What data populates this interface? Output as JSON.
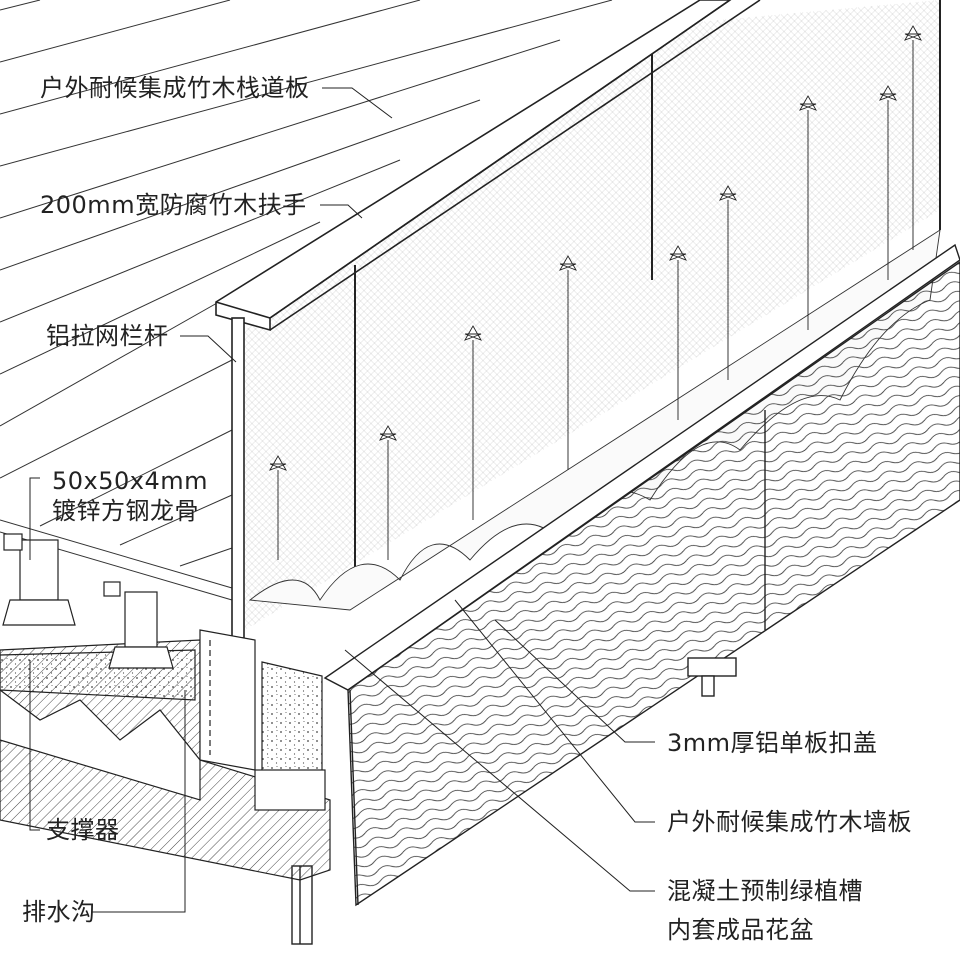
{
  "labels": {
    "deck_board": "户外耐候集成竹木栈道板",
    "handrail": "200mm宽防腐竹木扶手",
    "railing": "铝拉网栏杆",
    "joist_line1": "50x50x4mm",
    "joist_line2": "镀锌方钢龙骨",
    "pedestal": "支撑器",
    "drain": "排水沟",
    "cap_plate": "3mm厚铝单板扣盖",
    "wall_panel": "户外耐候集成竹木墙板",
    "planter_line1": "混凝土预制绿植槽",
    "planter_line2": "内套成品花盆"
  },
  "colors": {
    "line": "#222222",
    "background": "#ffffff"
  },
  "icons": [
    "flower-plant-icon"
  ]
}
